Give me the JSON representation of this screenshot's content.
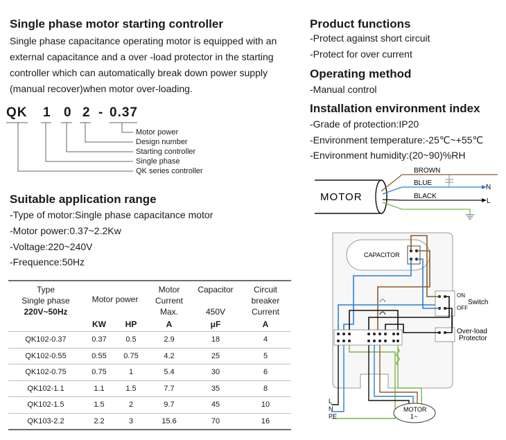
{
  "left": {
    "title": "Single phase motor starting controller",
    "description": [
      "Single phase capacitance operating motor is equipped with an",
      "external  capacitance and a over  -load protector in the starting",
      "controller which can automatically break down power supply",
      "(manual recover)when motor over-loading."
    ],
    "model_code": {
      "qk": "QK",
      "phase": "1",
      "design": "0",
      "design2": "2",
      "dash": "-",
      "power": "0.37"
    },
    "code_legend": [
      "Motor power",
      "Design number",
      "Starting controller",
      "Single phase",
      "QK series controller"
    ],
    "range_title": "Suitable application range",
    "range_items": [
      "-Type of motor:Single phase capacitance motor",
      "-Motor power:0.37~2.2Kw",
      "-Voltage:220~240V",
      "-Frequence:50Hz"
    ]
  },
  "table": {
    "type_head": [
      "Type",
      "Single phase",
      "220V~50Hz"
    ],
    "motor_power_head": "Motor power",
    "motor_current_head": [
      "Motor",
      "Current",
      "Max."
    ],
    "capacitor_head": [
      "Capacitor",
      "450V"
    ],
    "breaker_head": [
      "Circuit",
      "breaker",
      "Current"
    ],
    "units": [
      "KW",
      "HP",
      "A",
      "μF",
      "A"
    ],
    "rows": [
      [
        "QK102-0.37",
        "0.37",
        "0.5",
        "2.9",
        "18",
        "4"
      ],
      [
        "QK102-0.55",
        "0.55",
        "0.75",
        "4.2",
        "25",
        "5"
      ],
      [
        "QK102-0.75",
        "0.75",
        "1",
        "5.4",
        "30",
        "6"
      ],
      [
        "QK102-1.1",
        "1.1",
        "1.5",
        "7.7",
        "35",
        "8"
      ],
      [
        "QK102-1.5",
        "1.5",
        "2",
        "9.7",
        "45",
        "10"
      ],
      [
        "QK103-2.2",
        "2.2",
        "3",
        "15.6",
        "70",
        "16"
      ]
    ]
  },
  "right": {
    "functions_title": "Product functions",
    "functions": [
      "-Protect against short circuit",
      "-Protect for over current"
    ],
    "method_title": "Operating method",
    "method": [
      "-Manual control"
    ],
    "env_title": "Installation environment index",
    "env": [
      "-Grade of protection:IP20",
      "-Environment temperature:-25℃~+55℃",
      "-Environment humidity:(20~90)%RH"
    ]
  },
  "motor_diagram": {
    "motor_label": "MOTOR",
    "wires": [
      "BROWN",
      "BLUE",
      "BLACK"
    ],
    "terminals": [
      "N",
      "L"
    ],
    "colors": {
      "brown": "#8b5a2b",
      "blue": "#2a7fd0",
      "black": "#111111",
      "green": "#7ab648"
    }
  },
  "wiring_diagram": {
    "capacitor_label": "CAPACITOR",
    "switch_on": "ON",
    "switch_off": "OFF",
    "switch_label": "Switch",
    "overload_label": [
      "Over-load",
      "Protector"
    ],
    "supply": [
      "L",
      "N",
      "PE"
    ],
    "motor_label": [
      "MOTOR",
      "1~"
    ]
  }
}
